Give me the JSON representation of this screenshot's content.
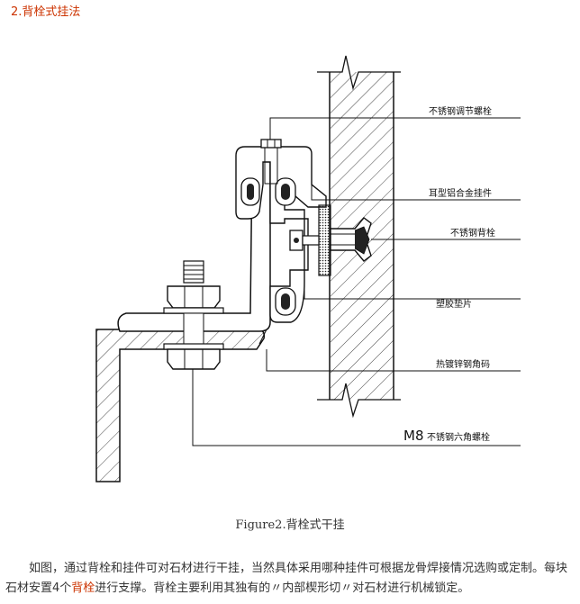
{
  "heading": "2.背栓式挂法",
  "labels": {
    "bolt": "不锈钢调节螺栓",
    "hanger": "耳型铝合金挂件",
    "anchor": "不锈钢背栓",
    "pad": "塑胶垫片",
    "angle": "热镀锌钢角码",
    "m8": "M8",
    "m8_suffix": "不锈钢六角螺栓"
  },
  "caption": "Figure2.背栓式干挂",
  "paragraph": {
    "part1": "如图，通过背栓和挂件可对石材进行干挂，当然具体采用哪种挂件可根据龙骨焊接情况选购或定制。每块石材安置4个",
    "highlight": "背栓",
    "part2": "进行支撑。背栓主要利用其独有的〃内部楔形切〃对石材进行机械锁定。"
  },
  "colors": {
    "heading": "#cc3300",
    "highlight": "#cc3300",
    "text": "#333333",
    "line": "#222222"
  }
}
